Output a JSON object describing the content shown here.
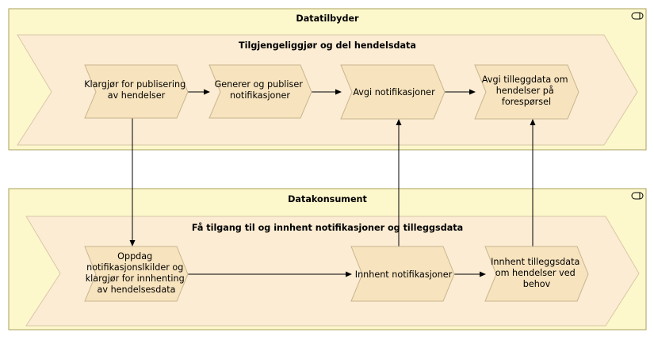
{
  "colors": {
    "pool_fill": "#fdf7cc",
    "pool_stroke": "#a9a15c",
    "chevron_fill": "#fbecd3",
    "chevron_stroke": "#d9c7a7",
    "step_fill": "#f7e3bd",
    "step_stroke": "#c9b58e",
    "edge": "#000000"
  },
  "pools": [
    {
      "id": "pool-top",
      "title": "Datatilbyder",
      "icon": "business-role-icon"
    },
    {
      "id": "pool-bottom",
      "title": "Datakonsument",
      "icon": "business-role-icon"
    }
  ],
  "chevrons": [
    {
      "id": "chevron-top",
      "title": "Tilgjengeliggjør og del hendelsdata"
    },
    {
      "id": "chevron-bottom",
      "title": "Få tilgang til og innhent notifikasjoner og tilleggsdata"
    }
  ],
  "steps": [
    {
      "id": "s1",
      "lines": [
        "Klargjør for publisering",
        "av hendelser"
      ]
    },
    {
      "id": "s2",
      "lines": [
        "Generer og publiser",
        "notifikasjoner"
      ]
    },
    {
      "id": "s3",
      "lines": [
        "Avgi notifikasjoner"
      ]
    },
    {
      "id": "s4",
      "lines": [
        "Avgi tilleggdata om",
        "hendelser på",
        "forespørsel"
      ]
    },
    {
      "id": "s5",
      "lines": [
        "Oppdag",
        "notifikasjonslkilder og",
        "klargjør for innhenting",
        "av hendelsesdata"
      ]
    },
    {
      "id": "s6",
      "lines": [
        "Innhent  notifikasjoner"
      ]
    },
    {
      "id": "s7",
      "lines": [
        "Innhent tilleggsdata",
        "om hendelser ved",
        "behov"
      ]
    }
  ],
  "edges": [
    {
      "from": "s1",
      "to": "s2"
    },
    {
      "from": "s2",
      "to": "s3"
    },
    {
      "from": "s3",
      "to": "s4"
    },
    {
      "from": "s1",
      "to": "s5"
    },
    {
      "from": "s5",
      "to": "s6"
    },
    {
      "from": "s6",
      "to": "s7"
    },
    {
      "from": "s6",
      "to": "s3"
    },
    {
      "from": "s7",
      "to": "s4"
    }
  ]
}
